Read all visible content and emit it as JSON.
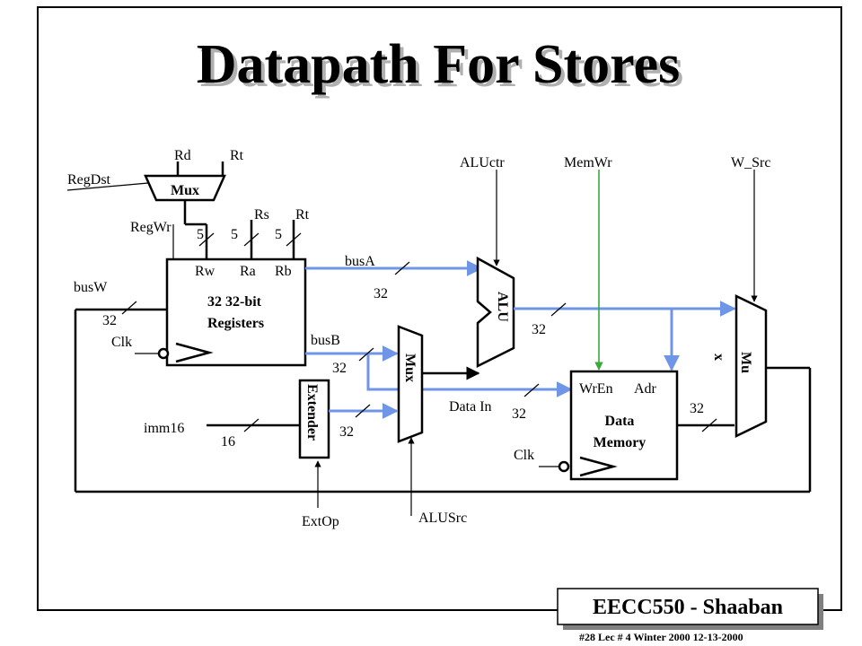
{
  "title": "Datapath For Stores",
  "badge": "EECC550 - Shaaban",
  "footer": "#28   Lec # 4    Winter 2000    12-13-2000",
  "colors": {
    "bus": "#6f96e6",
    "memwr": "#3da83d",
    "ink": "#000000"
  },
  "labels": {
    "rd": "Rd",
    "rt_top": "Rt",
    "regdst": "RegDst",
    "mux1": "Mux",
    "rs": "Rs",
    "rt2": "Rt",
    "regwr": "RegWr",
    "w_rw": "5",
    "w_ra": "5",
    "w_rb": "5",
    "rw": "Rw",
    "ra": "Ra",
    "rb": "Rb",
    "reg_line1": "32 32-bit",
    "reg_line2": "Registers",
    "busw": "busW",
    "busw_width": "32",
    "clk_reg": "Clk",
    "busa": "busA",
    "busa_width": "32",
    "busb": "busB",
    "busb_width": "32",
    "mux2": "Mux",
    "extender": "Extender",
    "imm16": "imm16",
    "imm_width": "16",
    "ext_width": "32",
    "extop": "ExtOp",
    "alusrc": "ALUSrc",
    "aluctr": "ALUctr",
    "alu": "ALU",
    "alu_out_width": "32",
    "memwr": "MemWr",
    "w_src": "W_Src",
    "datain": "Data In",
    "datain_width": "32",
    "wren": "WrEn",
    "adr": "Adr",
    "mem_line1": "Data",
    "mem_line2": "Memory",
    "clk_mem": "Clk",
    "mem_out_width": "32",
    "mux3_a": "Mu",
    "mux3_b": "x"
  }
}
